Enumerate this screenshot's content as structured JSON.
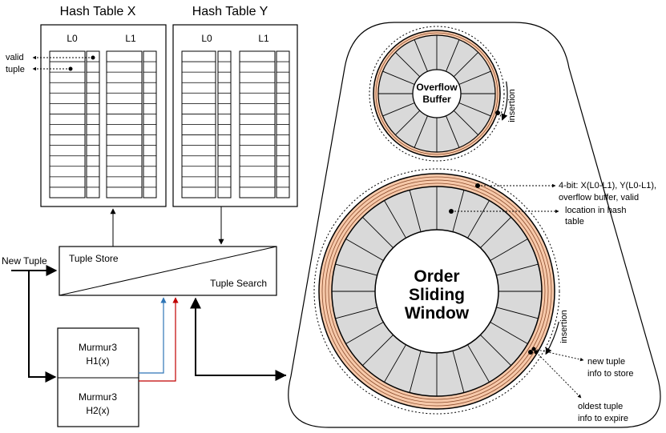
{
  "hash_table_x": {
    "title": "Hash Table X",
    "col_l0": "L0",
    "col_l1": "L1",
    "label_valid": "valid",
    "label_tuple": "tuple"
  },
  "hash_table_y": {
    "title": "Hash Table Y",
    "col_l0": "L0",
    "col_l1": "L1"
  },
  "tuple_unit": {
    "store_label": "Tuple Store",
    "search_label": "Tuple Search"
  },
  "input": {
    "new_tuple_label": "New Tuple"
  },
  "hash_functions": {
    "h1_name": "Murmur3",
    "h1_func": "H1(x)",
    "h2_name": "Murmur3",
    "h2_func": "H2(x)"
  },
  "overflow_buffer": {
    "line1": "Overflow",
    "line2": "Buffer",
    "insertion_label": "insertion"
  },
  "sliding_window": {
    "line1": "Order",
    "line2": "Sliding",
    "line3": "Window",
    "insertion_label": "insertion",
    "annotation_bits_line1": "4-bit: X(L0-L1), Y(L0-L1),",
    "annotation_bits_line2": "overflow buffer, valid",
    "annotation_location_line1": "location in hash",
    "annotation_location_line2": "table",
    "annotation_new_line1": "new tuple",
    "annotation_new_line2": "info to store",
    "annotation_oldest_line1": "oldest tuple",
    "annotation_oldest_line2": "info to expire"
  },
  "colors": {
    "ring_fill": "#f7c9aa",
    "ring_stroke": "#8a4a2a",
    "sector_fill": "#d9d9d9",
    "h1_arrow": "#2e75b6",
    "h2_arrow": "#c00000"
  }
}
